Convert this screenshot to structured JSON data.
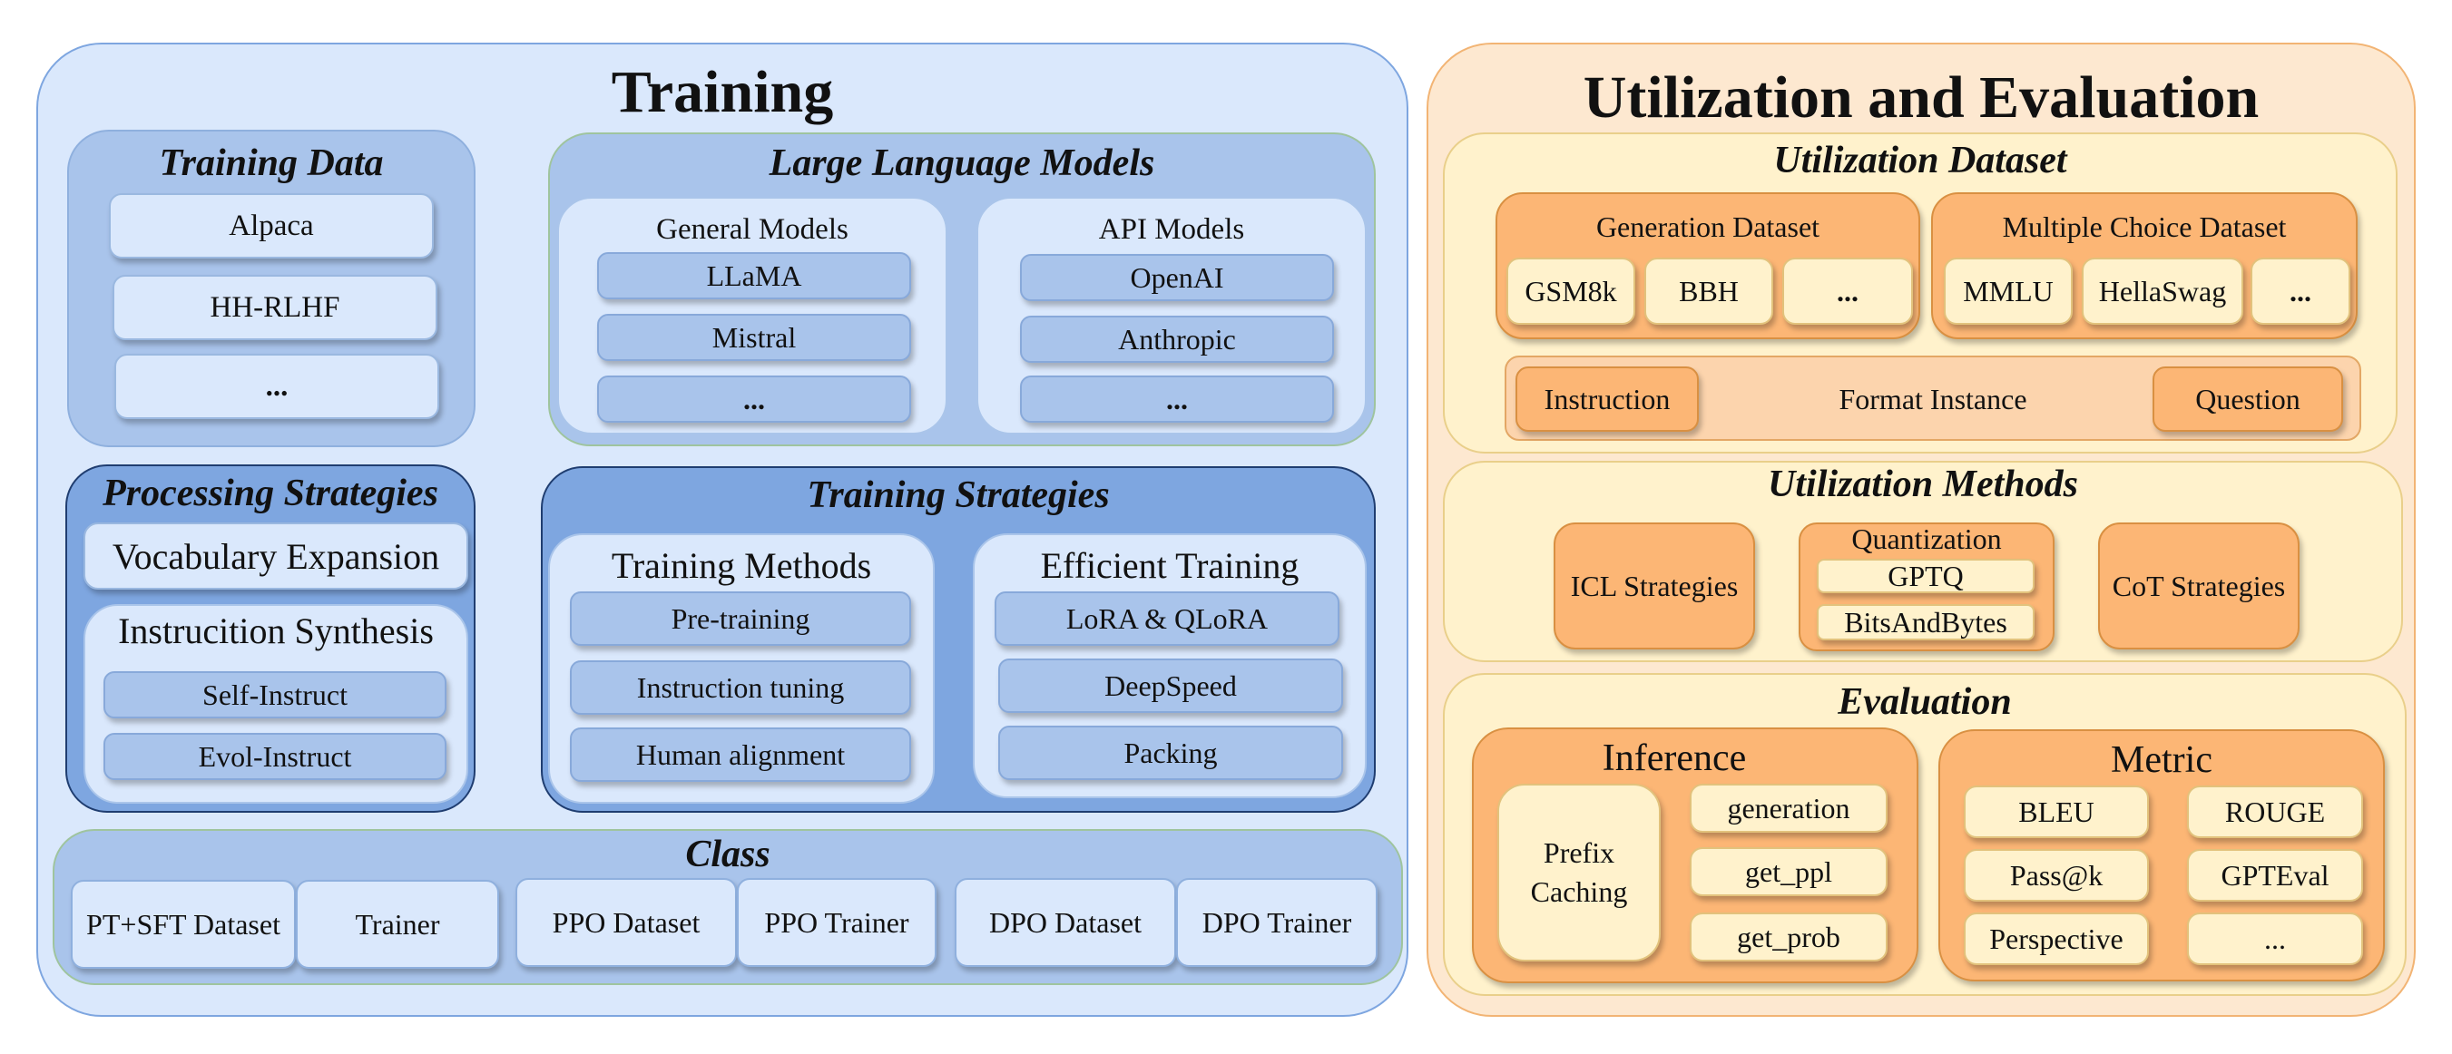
{
  "training": {
    "title": "Training",
    "training_data": {
      "title": "Training Data",
      "items": [
        "Alpaca",
        "HH-RLHF",
        "..."
      ]
    },
    "llm": {
      "title": "Large Language Models",
      "general": {
        "title": "General Models",
        "items": [
          "LLaMA",
          "Mistral",
          "..."
        ]
      },
      "api": {
        "title": "API Models",
        "items": [
          "OpenAI",
          "Anthropic",
          "..."
        ]
      }
    },
    "processing": {
      "title": "Processing Strategies",
      "vocab": "Vocabulary Expansion",
      "synthesis": {
        "title": "Instrucition Synthesis",
        "items": [
          "Self-Instruct",
          "Evol-Instruct"
        ]
      }
    },
    "strategies": {
      "title": "Training Strategies",
      "methods": {
        "title": "Training Methods",
        "items": [
          "Pre-training",
          "Instruction tuning",
          "Human alignment"
        ]
      },
      "efficient": {
        "title": "Efficient Training",
        "items": [
          "LoRA & QLoRA",
          "DeepSpeed",
          "Packing"
        ]
      }
    },
    "class": {
      "title": "Class",
      "items": [
        "PT+SFT Dataset",
        "Trainer",
        "PPO Dataset",
        "PPO Trainer",
        "DPO Dataset",
        "DPO Trainer"
      ]
    }
  },
  "utilization": {
    "title": "Utilization and Evaluation",
    "dataset": {
      "title": "Utilization Dataset",
      "generation": {
        "title": "Generation Dataset",
        "items": [
          "GSM8k",
          "BBH",
          "..."
        ]
      },
      "multiple_choice": {
        "title": "Multiple Choice Dataset",
        "items": [
          "MMLU",
          "HellaSwag",
          "..."
        ]
      },
      "format": {
        "left": "Instruction",
        "center": "Format Instance",
        "right": "Question"
      }
    },
    "methods": {
      "title": "Utilization Methods",
      "icl": "ICL Strategies",
      "quantization": {
        "title": "Quantization",
        "items": [
          "GPTQ",
          "BitsAndBytes"
        ]
      },
      "cot": "CoT Strategies"
    },
    "evaluation": {
      "title": "Evaluation",
      "inference": {
        "title": "Inference",
        "prefix": "Prefix Caching",
        "items": [
          "generation",
          "get_ppl",
          "get_prob"
        ]
      },
      "metric": {
        "title": "Metric",
        "items": [
          "BLEU",
          "ROUGE",
          "Pass@k",
          "GPTEval",
          "Perspective",
          "..."
        ]
      }
    }
  },
  "colors": {
    "training_panel": "#dae8fc",
    "blue_section": "#a9c4eb",
    "blue_dark_section": "#7ea6e0",
    "utilization_panel": "#fde8d0",
    "cream_section": "#fff2cc",
    "orange_box": "#fcb675"
  }
}
